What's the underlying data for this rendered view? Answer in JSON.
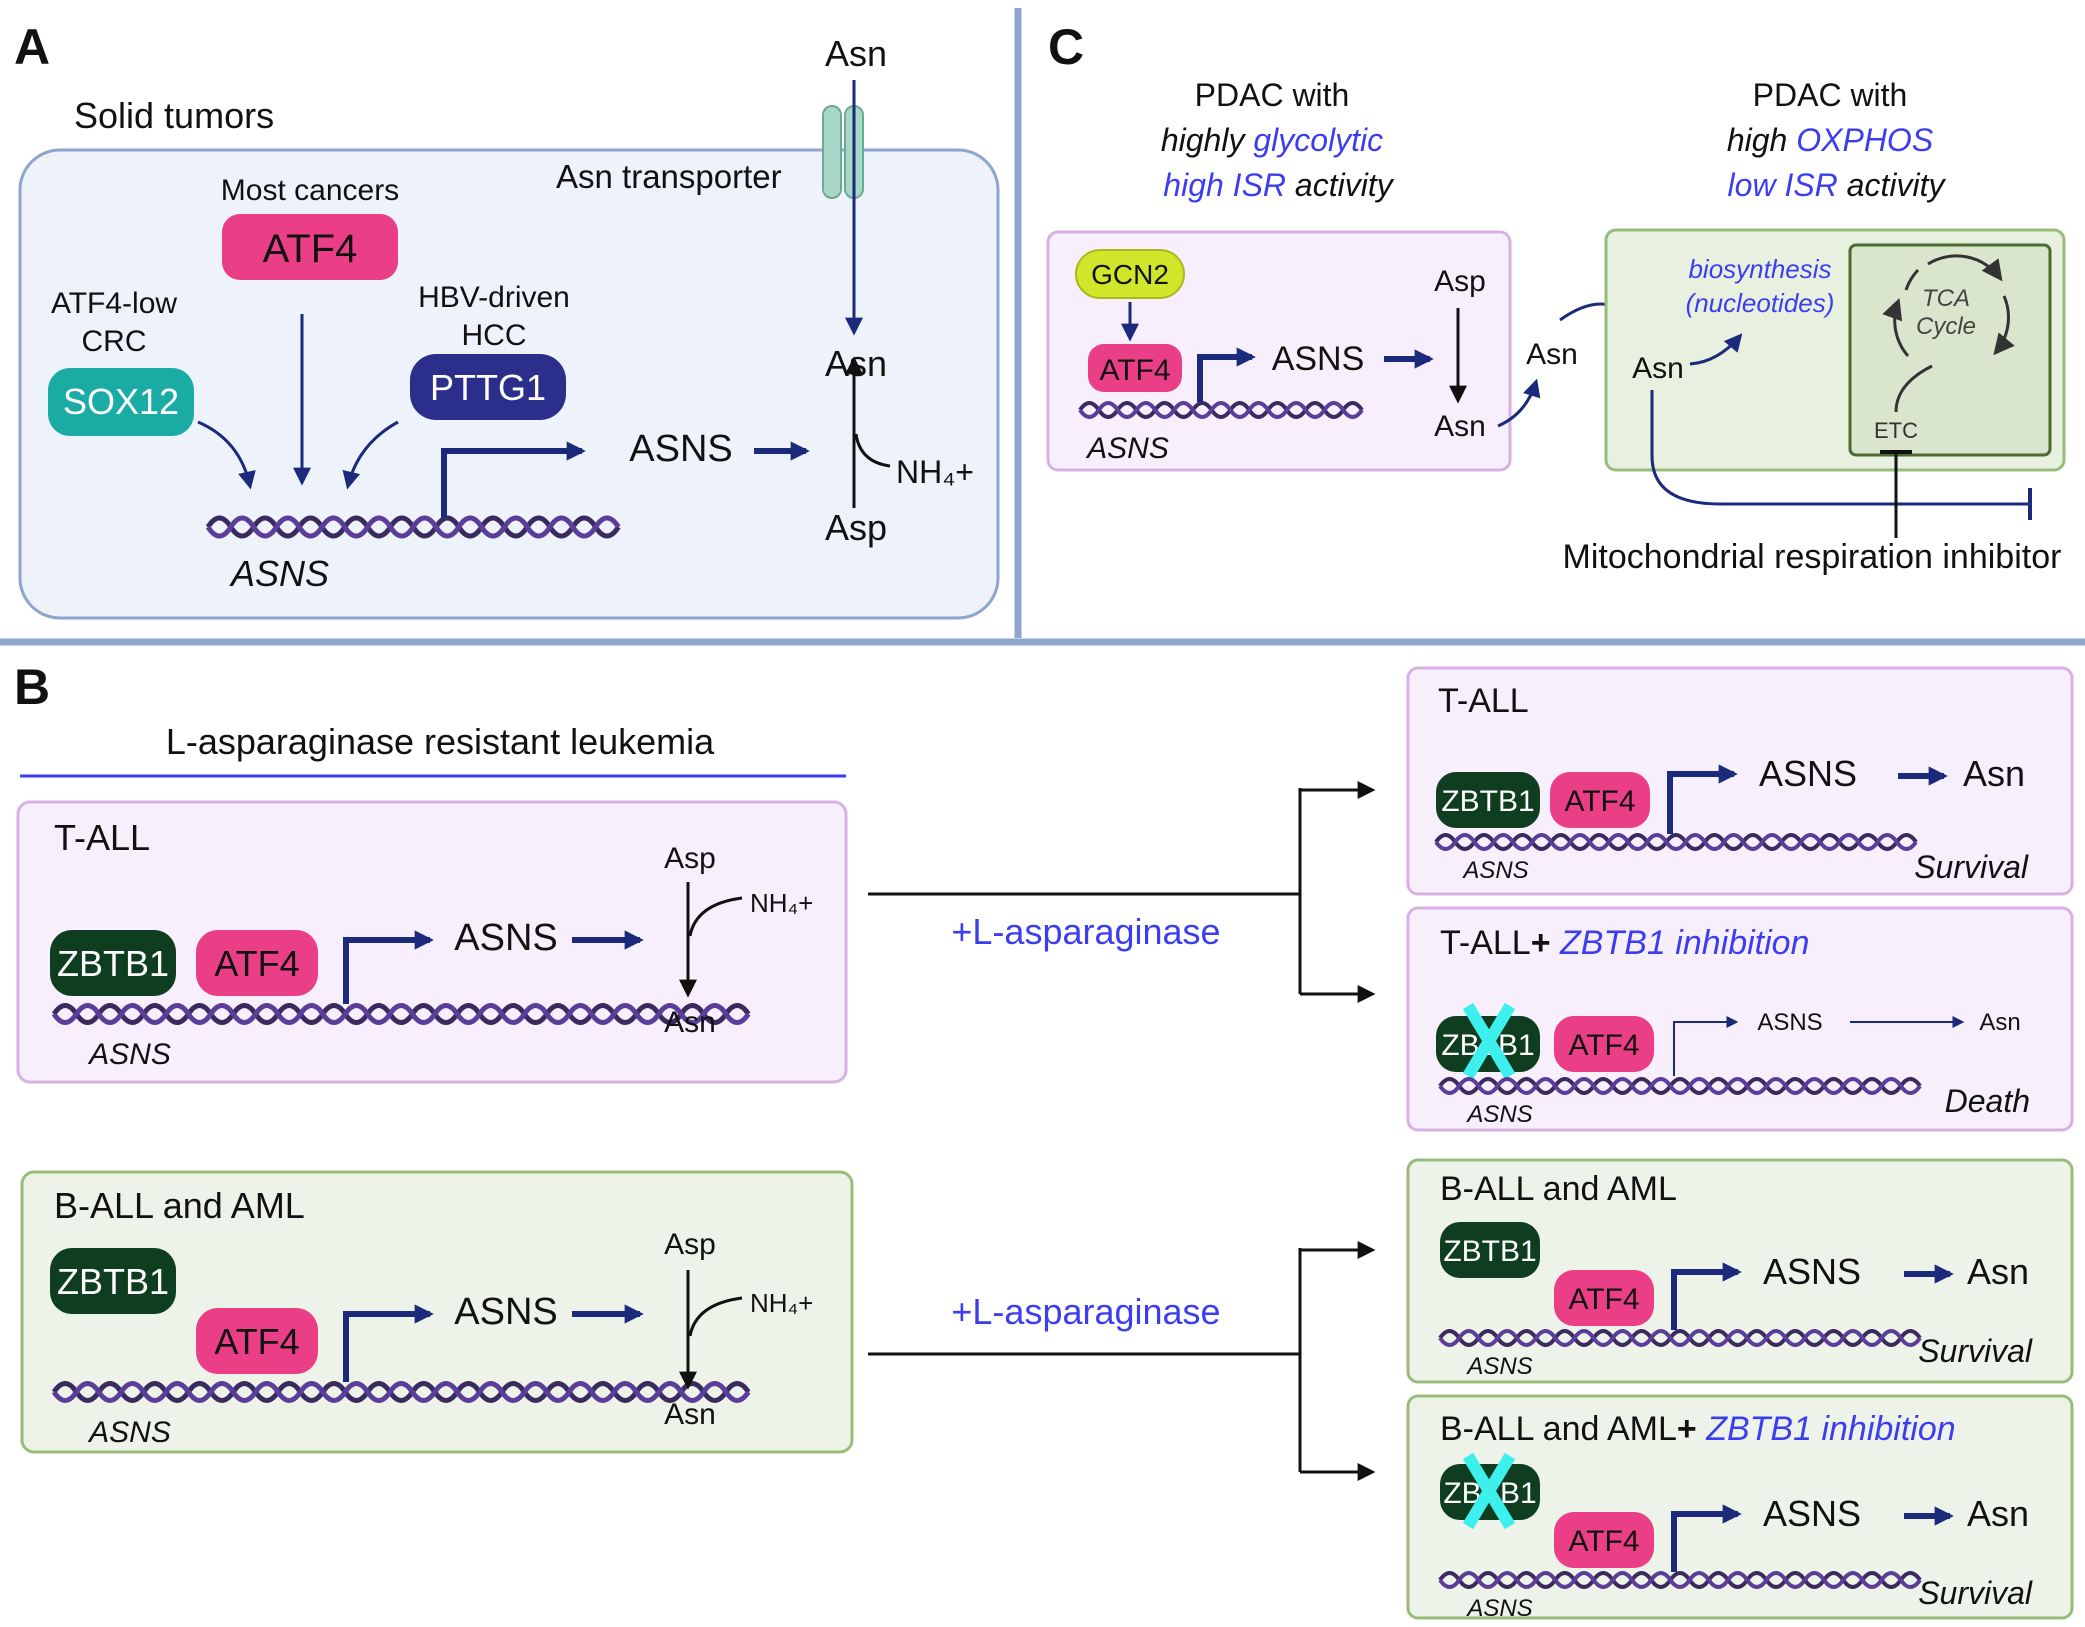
{
  "colors": {
    "navy": "#1b2a7a",
    "blue_text": "#3d3df0",
    "atf4": "#ea3f86",
    "zbtb1": "#0e3d1f",
    "sox12": "#1aaca4",
    "pttg1": "#2c2e8c",
    "gcn2": "#cfe62a",
    "cell_fill": "#eef3fb",
    "cell_border": "#8ea5cc",
    "pink_fill": "#f7effb",
    "pink_border": "#d8b0e4",
    "green_fill": "#eef3ea",
    "green_border": "#98bd7a",
    "dna": "#3a2a5e",
    "divider": "#8ea5cc",
    "cross": "#3df0ee",
    "transporter": "#a8d8c8"
  },
  "panel_a": {
    "letter": "A",
    "title": "Solid tumors",
    "most_cancers": "Most cancers",
    "atf4": "ATF4",
    "atf4_low": "ATF4-low",
    "crc": "CRC",
    "sox12": "SOX12",
    "hbv": "HBV-driven",
    "hcc": "HCC",
    "pttg1": "PTTG1",
    "gene": "ASNS",
    "asns": "ASNS",
    "asn_top": "Asn",
    "transporter": "Asn transporter",
    "asn": "Asn",
    "asp": "Asp",
    "nh4": "NH₄+"
  },
  "panel_c": {
    "letter": "C",
    "left_header": {
      "l1": "PDAC with",
      "l2a": "highly",
      "l2b": "glycolytic",
      "l3a": "high ISR",
      "l3b": "activity"
    },
    "right_header": {
      "l1": "PDAC with",
      "l2a": "high",
      "l2b": "OXPHOS",
      "l3a": "low ISR",
      "l3b": "activity"
    },
    "gcn2": "GCN2",
    "atf4": "ATF4",
    "asns": "ASNS",
    "gene": "ASNS",
    "asp": "Asp",
    "asn": "Asn",
    "asn_mid": "Asn",
    "asn_right": "Asn",
    "biosynthesis": "biosynthesis",
    "nucleotides": "(nucleotides)",
    "tca": "TCA",
    "cycle": "Cycle",
    "etc": "ETC",
    "inhibitor": "Mitochondrial respiration inhibitor"
  },
  "panel_b": {
    "letter": "B",
    "title": "L-asparaginase resistant leukemia",
    "tall": {
      "title": "T-ALL",
      "zbtb1": "ZBTB1",
      "atf4": "ATF4",
      "asns": "ASNS",
      "gene": "ASNS",
      "asp": "Asp",
      "asn": "Asn",
      "nh4": "NH₄+"
    },
    "ball": {
      "title": "B-ALL and AML",
      "zbtb1": "ZBTB1",
      "atf4": "ATF4",
      "asns": "ASNS",
      "gene": "ASNS",
      "asp": "Asp",
      "asn": "Asn",
      "nh4": "NH₄+"
    },
    "treatment_1": "+L-asparaginase",
    "treatment_2": "+L-asparaginase",
    "out_tall": {
      "title": "T-ALL",
      "zbtb1": "ZBTB1",
      "atf4": "ATF4",
      "asns": "ASNS",
      "asn": "Asn",
      "gene": "ASNS",
      "outcome": "Survival"
    },
    "out_tall_inh": {
      "title": "T-ALL",
      "plus": "+",
      "inhibition": "ZBTB1 inhibition",
      "zbtb1": "ZBTB1",
      "atf4": "ATF4",
      "asns": "ASNS",
      "asn": "Asn",
      "gene": "ASNS",
      "outcome": "Death"
    },
    "out_ball": {
      "title": "B-ALL and AML",
      "zbtb1": "ZBTB1",
      "atf4": "ATF4",
      "asns": "ASNS",
      "asn": "Asn",
      "gene": "ASNS",
      "outcome": "Survival"
    },
    "out_ball_inh": {
      "title": "B-ALL and AML",
      "plus": "+",
      "inhibition": "ZBTB1 inhibition",
      "zbtb1": "ZBTB1",
      "atf4": "ATF4",
      "asns": "ASNS",
      "asn": "Asn",
      "gene": "ASNS",
      "outcome": "Survival"
    }
  }
}
